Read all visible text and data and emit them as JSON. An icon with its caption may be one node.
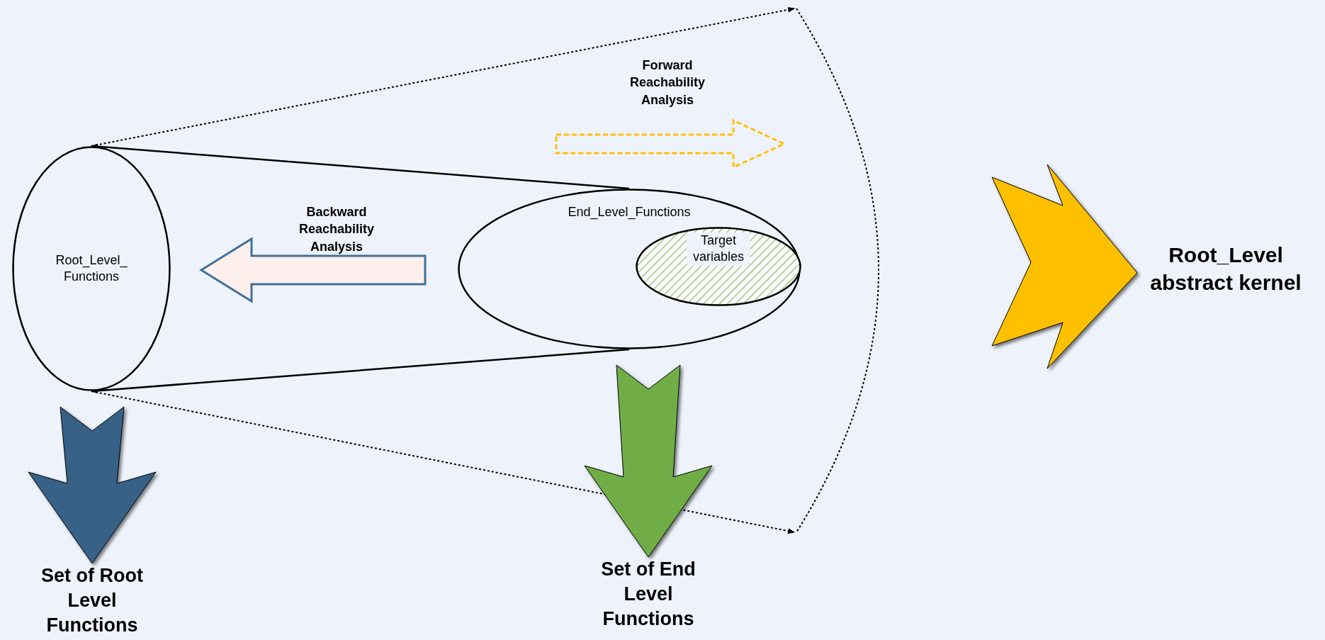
{
  "diagram": {
    "nodes": [
      {
        "text": [
          "Root_Level_ Functions"
        ]
      },
      {
        "text": [
          "End_Level_Functions"
        ]
      },
      {
        "text": [
          "Target variables"
        ],
        "in": 1
      },
      {
        "text": [
          "Set of Root Level Functions"
        ]
      },
      {
        "text": [
          "Set of End Level Functions"
        ]
      },
      {
        "text": [
          "Root_Level abstract kernel"
        ]
      }
    ],
    "edges": [
      {
        "from": 1,
        "to": 0,
        "arrow": "to"
      },
      {
        "from": 1,
        "to": 0,
        "arrow": "to"
      },
      {
        "from": 0,
        "to": null,
        "arrow": "to",
        "style": "dashed"
      },
      {
        "from": 0,
        "to": null,
        "arrow": "to",
        "style": "dashed"
      },
      {
        "from": 0,
        "to": 3,
        "arrow": "to",
        "style": "thick",
        "color": "#376187"
      },
      {
        "from": 1,
        "to": 4,
        "arrow": "to",
        "style": "thick",
        "color": "#70ad47"
      },
      {
        "from": null,
        "to": 5,
        "arrow": "to",
        "style": "thick",
        "color": "#ffc000"
      }
    ],
    "labels": [
      "Forward Reachability Analysis",
      "Backward Reachability Analysis"
    ]
  }
}
